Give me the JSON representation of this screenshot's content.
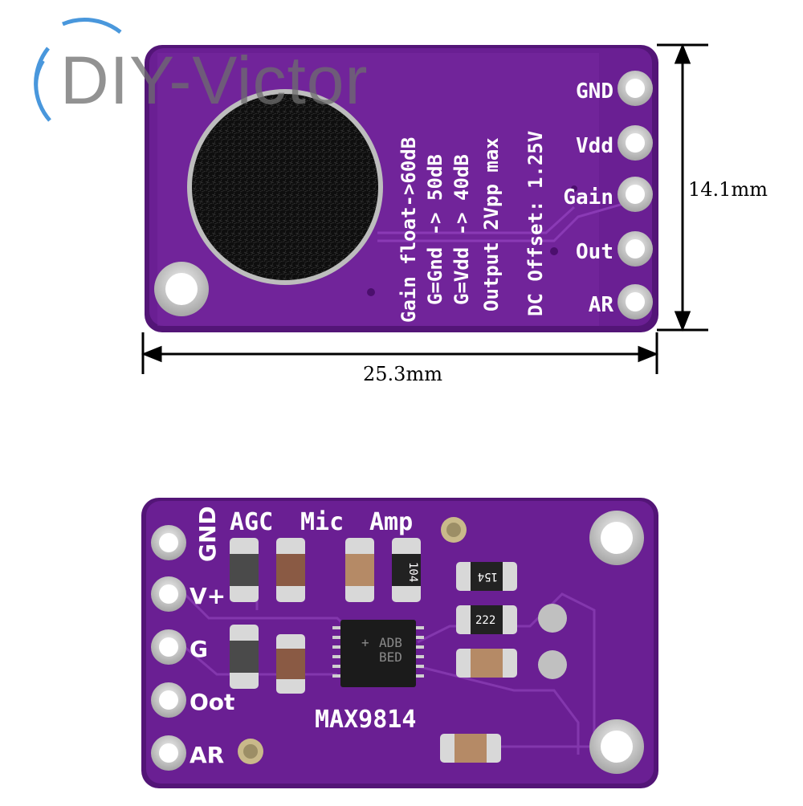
{
  "watermark": {
    "text": "DIY-Victor"
  },
  "dimensions": {
    "height": "14.1mm",
    "width": "25.3mm"
  },
  "top_board": {
    "pins": [
      "GND",
      "Vdd",
      "Gain",
      "Out",
      "AR"
    ],
    "silkscreen_lines": [
      "Gain float->60dB",
      "G=Gnd -> 50dB",
      "G=Vdd -> 40dB",
      "Output 2Vpp max",
      "DC Offset: 1.25V"
    ]
  },
  "bottom_board": {
    "pins": [
      "GND",
      "V+",
      "G",
      "Oot",
      "AR"
    ],
    "header_labels": [
      "AGC",
      "Mic",
      "Amp"
    ],
    "chip_label": "MAX9814",
    "ic_marking": [
      "ADB",
      "BED",
      "+"
    ],
    "resistor_codes": [
      "104",
      "154",
      "222"
    ]
  },
  "colors": {
    "pcb": "#6a1f93",
    "pcb_edge": "#531577",
    "silkscreen": "#ffffff",
    "pad": "#c8c8c8"
  }
}
